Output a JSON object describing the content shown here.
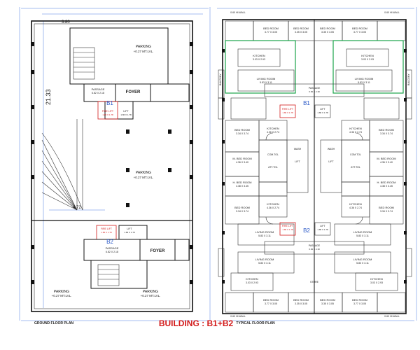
{
  "title": "BUILDING : B1+B2",
  "ground_plan": {
    "caption": "GROUND FLOOR PLAN",
    "blocks": [
      "B1",
      "B2"
    ],
    "dims": {
      "top": "3.80",
      "left": "21.33",
      "mid": "4.72"
    },
    "rooms": {
      "parking_top": "PARKING",
      "parking_top_lvl": "+0.27 MT.LVL.",
      "foyer_1": "FOYER",
      "passage_1": "PASSAGE",
      "passage_1_size": "6.82 X 2.18",
      "lift_1": "LIFT",
      "lift_1_size": "1.86 X 1.78",
      "fire_lift_1": "FIRE LIFT",
      "fire_lift_1_size": "1.86 X 1.78",
      "parking_mid": "PARKING",
      "parking_mid_lvl": "+0.27 MT.LVL.",
      "fire_lift_2": "FIRE LIFT",
      "fire_lift_2_size": "1.86 X 1.78",
      "lift_2": "LIFT",
      "lift_2_size": "1.86 X 1.78",
      "passage_2": "PASSAGE",
      "passage_2_size": "6.82 X 2.18",
      "foyer_2": "FOYER",
      "parking_bl": "PARKING",
      "parking_bl_lvl": "+0.27 MT.LVL.",
      "parking_br": "PARKING",
      "parking_br_lvl": "+0.27 MT.LVL."
    }
  },
  "typical_plan": {
    "caption": "TYPICAL FLOOR PLAN",
    "blocks": [
      "B1",
      "B2"
    ],
    "rooms": {
      "bed_tl": "BED ROOM",
      "bed_tl_size": "3.77 X 3.05",
      "bed_tl2": "BED ROOM",
      "bed_tl2_size": "3.35 X 3.05",
      "bed_tr": "BED ROOM",
      "bed_tr_size": "3.35 X 3.05",
      "bed_tr2": "BED ROOM",
      "bed_tr2_size": "3.77 X 3.05",
      "kitchen_l": "KITCHEN",
      "kitchen_l_size": "3.03 X 2.93",
      "kitchen_r": "KITCHEN",
      "kitchen_r_size": "3.03 X 2.93",
      "living_l": "LIVING ROOM",
      "living_l_size": "5.83 X 3.11",
      "living_r": "LIVING ROOM",
      "living_r_size": "5.83 X 3.11",
      "passage": "PASSAGE",
      "passage_size": "6.82 X 2.18",
      "fire_lift": "FIRE LIFT",
      "fire_lift_size": "1.86 X 1.78",
      "lift": "LIFT",
      "lift_size": "1.86 X 1.78",
      "bed_ml": "BED ROOM",
      "bed_ml_size": "3.34 X 3.74",
      "kitchen_ml": "KITCHEN",
      "kitchen_ml_size": "4.36 X 2.74",
      "kitchen_mr": "KITCHEN",
      "kitchen_mr_size": "4.36 X 2.74",
      "bed_mr": "BED ROOM",
      "bed_mr_size": "3.34 X 3.74",
      "mbed_l": "M. BED ROOM",
      "mbed_l_size": "4.36 X 3.40",
      "mbed_r": "M. BED ROOM",
      "mbed_r_size": "4.36 X 3.40",
      "wash_l": "WASH",
      "wash_r": "WASH",
      "com_tol_l": "COM.TOL",
      "com_tol_r": "COM.TOL",
      "att_tol_l": "ATT.TOL",
      "att_tol_r": "ATT.TOL",
      "lift_c1": "LIFT",
      "lift_c2": "LIFT",
      "hbed_l": "H. BED ROOM",
      "hbed_l_size": "4.38 X 3.45",
      "hbed_r": "H. BED ROOM",
      "hbed_r_size": "4.38 X 3.45",
      "bed_bl": "BED ROOM",
      "bed_bl_size": "3.34 X 3.74",
      "kitchen_bl": "KITCHEN",
      "kitchen_bl_size": "4.36 X 2.74",
      "kitchen_br": "KITCHEN",
      "kitchen_br_size": "4.36 X 2.74",
      "bed_br": "BED ROOM",
      "bed_br_size": "3.34 X 3.74",
      "living_bl": "LIVING ROOM",
      "living_bl_size": "5.83 X 3.11",
      "living_br": "LIVING ROOM",
      "living_br_size": "5.83 X 3.11",
      "fire_lift_b": "FIRE LIFT",
      "fire_lift_b_size": "1.86 X 1.78",
      "lift_b": "LIFT",
      "lift_b_size": "1.86 X 1.78",
      "passage_b": "PASSAGE",
      "passage_b_size": "6.82 X 2.18",
      "kitchen_bl2": "KITCHEN",
      "kitchen_bl2_size": "3.03 X 2.93",
      "kitchen_br2": "KITCHEN",
      "kitchen_br2_size": "3.03 X 2.93",
      "bed_bbl": "BED ROOM",
      "bed_bbl_size": "3.77 X 3.05",
      "bed_bbl2": "BED ROOM",
      "bed_bbl2_size": "3.35 X 3.05",
      "bed_bbr": "BED ROOM",
      "bed_bbr_size": "3.35 X 3.05",
      "bed_bbr2": "BED ROOM",
      "bed_bbr2_size": "3.77 X 3.05",
      "balcony": "BALCONY",
      "wall_tag": "0.60 HI.WALL",
      "store": "STORE"
    }
  }
}
